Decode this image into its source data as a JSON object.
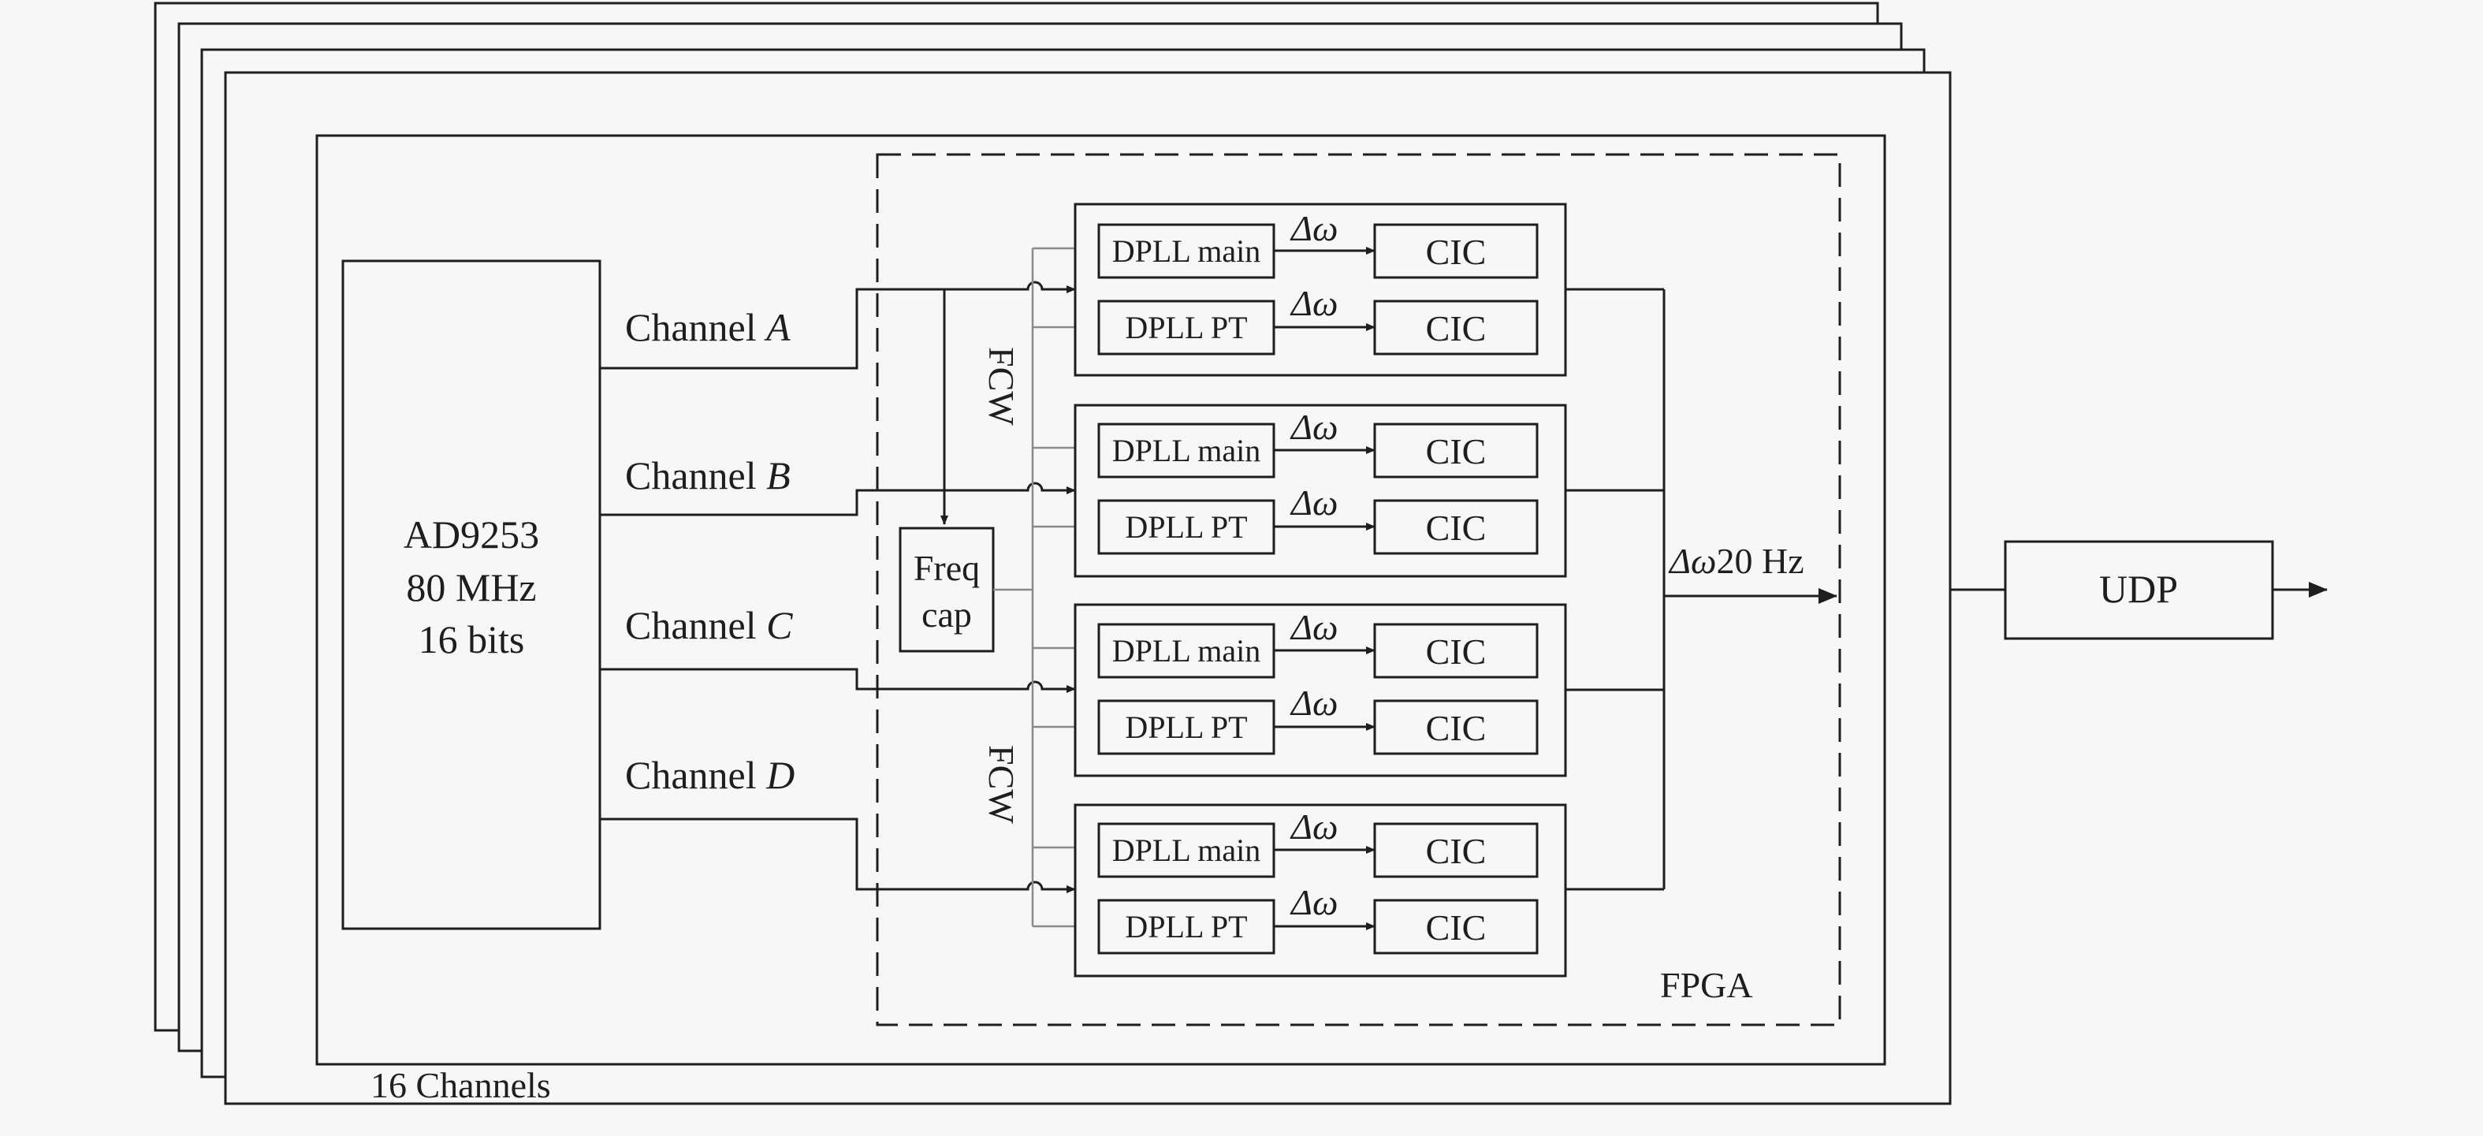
{
  "adc": {
    "line1": "AD9253",
    "line2": "80 MHz",
    "line3": "16 bits"
  },
  "channels": [
    {
      "prefix": "Channel ",
      "letter": "A"
    },
    {
      "prefix": "Channel ",
      "letter": "B"
    },
    {
      "prefix": "Channel ",
      "letter": "C"
    },
    {
      "prefix": "Channel ",
      "letter": "D"
    }
  ],
  "freq_cap": {
    "line1": "Freq",
    "line2": "cap"
  },
  "fcw_label": "FCW",
  "dpll_main_label": "DPLL main",
  "dpll_pt_label": "DPLL PT",
  "cic_label": "CIC",
  "delta_omega": "Δω",
  "output_label": {
    "symbol": "Δω",
    "rate": "20 Hz"
  },
  "fpga_label": "FPGA",
  "udp_label": "UDP",
  "stack_label": "16 Channels",
  "colors": {
    "line": "#1e1e1e",
    "feed_line": "#8a8a8a",
    "background": "#f7f7f7"
  }
}
